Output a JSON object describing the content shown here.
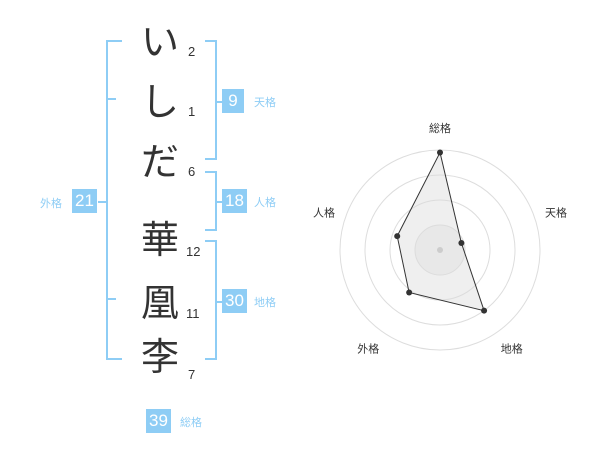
{
  "name": {
    "chars": [
      {
        "char": "い",
        "strokes": "2"
      },
      {
        "char": "し",
        "strokes": "1"
      },
      {
        "char": "だ",
        "strokes": "6"
      },
      {
        "char": "華",
        "strokes": "12"
      },
      {
        "char": "凰",
        "strokes": "11"
      },
      {
        "char": "李",
        "strokes": "7"
      }
    ]
  },
  "fortune": {
    "tenkaku": {
      "value": "9",
      "label": "天格"
    },
    "jinkaku": {
      "value": "18",
      "label": "人格"
    },
    "chikaku": {
      "value": "30",
      "label": "地格"
    },
    "gaikaku": {
      "value": "21",
      "label": "外格"
    },
    "soukaku": {
      "value": "39",
      "label": "総格"
    }
  },
  "colors": {
    "accent": "#8ecdf5",
    "text": "#333333",
    "radar_fill": "#f2f2f2",
    "radar_ring": "#dddddd"
  },
  "chart_data": {
    "type": "radar",
    "axes": [
      "総格",
      "天格",
      "地格",
      "外格",
      "人格"
    ],
    "values": [
      39,
      9,
      30,
      21,
      18
    ],
    "max": 40,
    "rings": 4
  }
}
